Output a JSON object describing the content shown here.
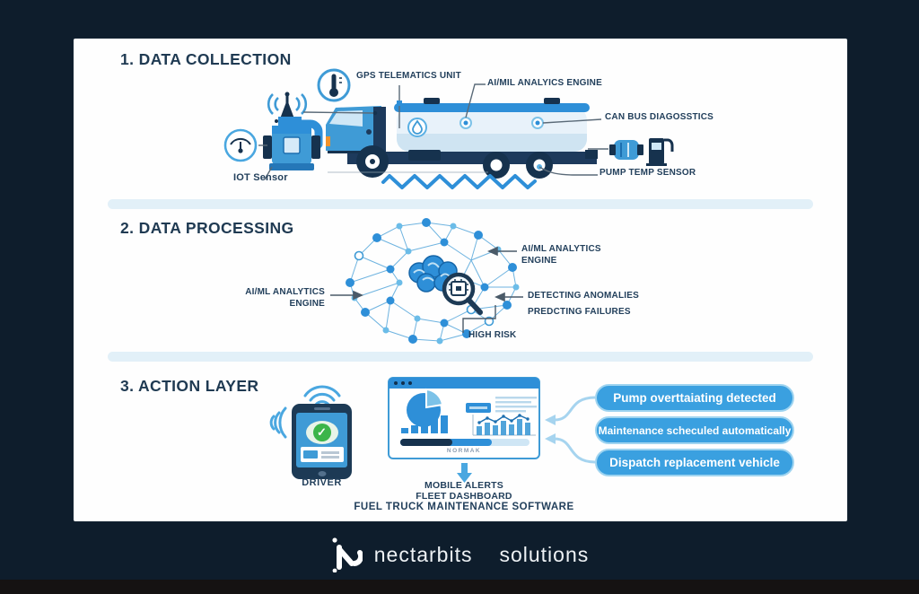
{
  "brand": {
    "word1": "nectarbits",
    "word2": "solutions"
  },
  "section1": {
    "title": "1. DATA COLLECTION",
    "gps_label": "GPS TELEMATICS UNIT",
    "aiml_label": "AI/MIL ANALYICS ENGINE",
    "canbus_label": "CAN BUS DIAGOSSTICS",
    "pumptemp_label": "PUMP TEMP SENSOR",
    "iot_label": "IOT Sensor"
  },
  "section2": {
    "title": "2. DATA PROCESSING",
    "left_engine_line1": "AI/ML ANALYTICS",
    "left_engine_line2": "ENGINE",
    "right_engine_line1": "AI/ML ANALYTICS",
    "right_engine_line2": "ENGINE",
    "anomalies_label": "DETECTING ANOMALIES",
    "failures_label": "PREDCTING FAILURES",
    "risk_label": "HIGH RISK"
  },
  "section3": {
    "title": "3. ACTION LAYER",
    "driver_label": "DRIVER",
    "dashboard_status": "NORMAK",
    "alert_line1": "MOBILE ALERTS",
    "alert_line2": "FLEET DASHBOARD",
    "caption": "FUEL TRUCK MAINTENANCE SOFTWARE",
    "pills": [
      "Pump overttaiating detected",
      "Maintenance scheculed automatically",
      "Dispatch replacement vehicle"
    ]
  },
  "colors": {
    "accent": "#2e8fd8",
    "navy_bg": "#0e1d2c",
    "green": "#3cb54a"
  }
}
